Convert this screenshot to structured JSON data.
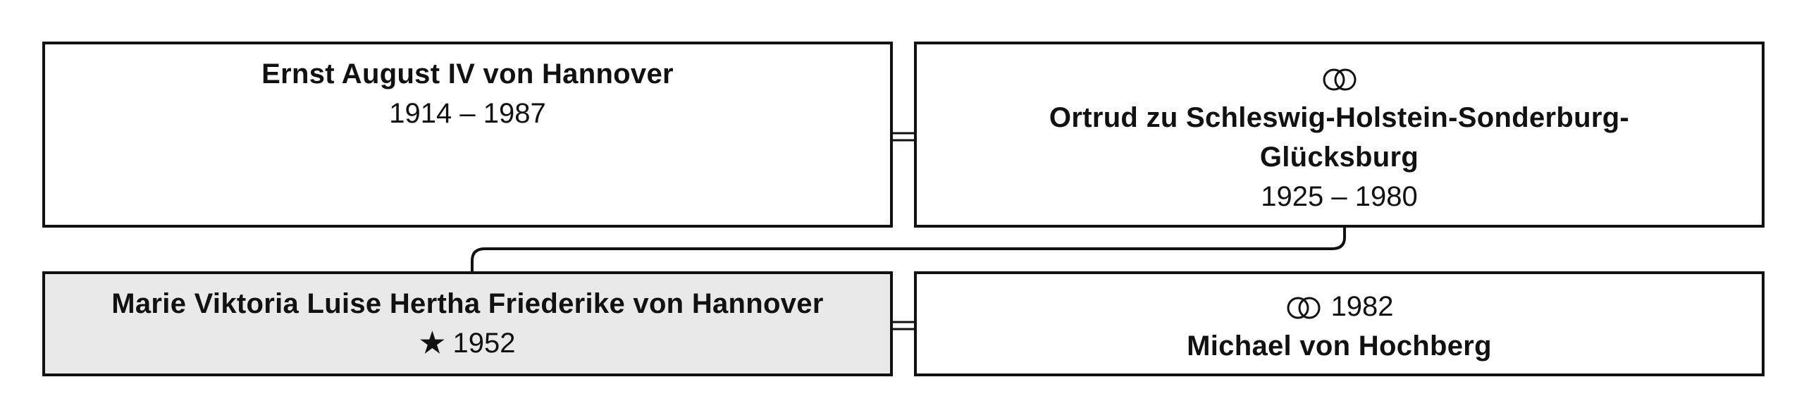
{
  "parents": {
    "father": {
      "name": "Ernst August IV von Hannover",
      "dates": "1914 – 1987"
    },
    "mother": {
      "name": "Ortrud zu Schleswig-Holstein-Sonderburg-Glücksburg",
      "dates": "1925 – 1980",
      "marriage_icon": "marriage-rings-icon"
    }
  },
  "subject": {
    "name": "Marie Viktoria Luise Hertha Friederike von Hannover",
    "birth_icon": "birth-star-icon",
    "birth_year": "1952",
    "highlight_color": "#e9e9e9"
  },
  "spouse": {
    "name": "Michael von Hochberg",
    "marriage_icon": "marriage-rings-icon",
    "marriage_year": "1982"
  }
}
